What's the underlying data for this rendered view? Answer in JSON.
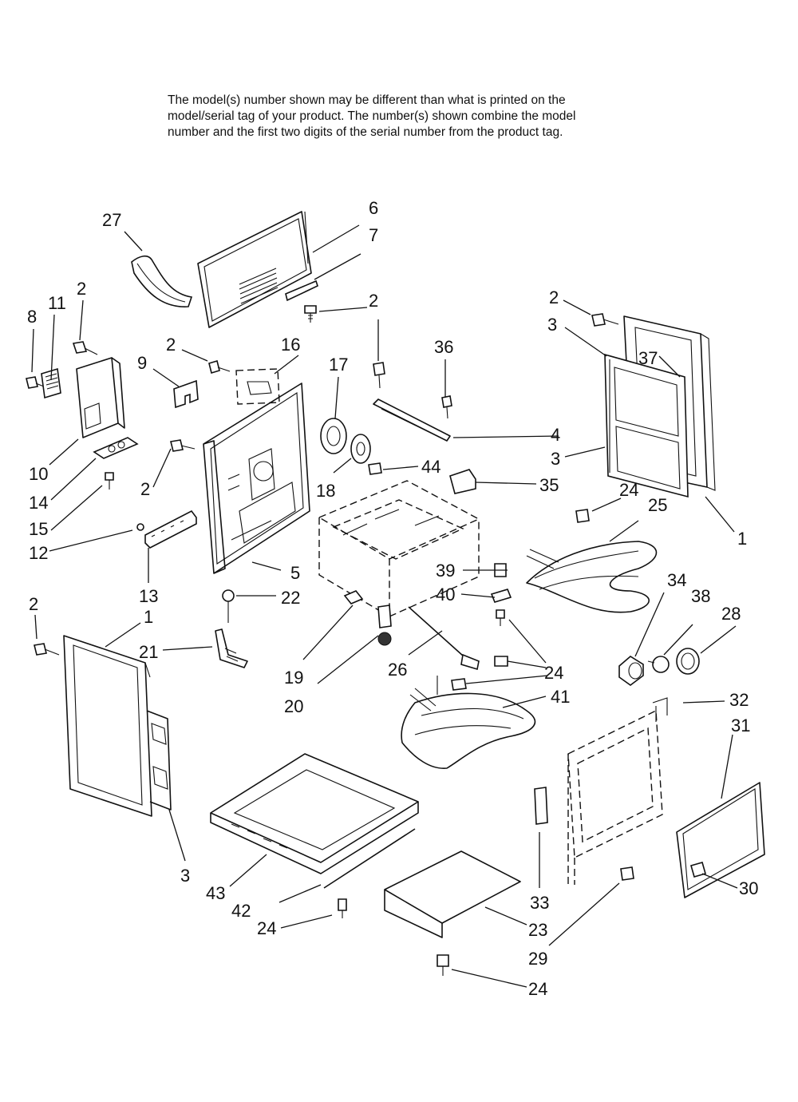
{
  "note": {
    "lines": [
      "The model(s) number shown may be different than what is printed on the",
      "model/serial tag of your product. The number(s) shown combine the model",
      "number and the first two digits of the serial number from the product tag."
    ]
  },
  "callouts": [
    {
      "text": "27"
    },
    {
      "text": "6"
    },
    {
      "text": "7"
    },
    {
      "text": "2"
    },
    {
      "text": "8"
    },
    {
      "text": "11"
    },
    {
      "text": "2"
    },
    {
      "text": "2"
    },
    {
      "text": "16"
    },
    {
      "text": "9"
    },
    {
      "text": "17"
    },
    {
      "text": "36"
    },
    {
      "text": "2"
    },
    {
      "text": "3"
    },
    {
      "text": "37"
    },
    {
      "text": "4"
    },
    {
      "text": "3"
    },
    {
      "text": "10"
    },
    {
      "text": "2"
    },
    {
      "text": "44"
    },
    {
      "text": "14"
    },
    {
      "text": "18"
    },
    {
      "text": "35"
    },
    {
      "text": "15"
    },
    {
      "text": "24"
    },
    {
      "text": "25"
    },
    {
      "text": "1"
    },
    {
      "text": "12"
    },
    {
      "text": "5"
    },
    {
      "text": "13"
    },
    {
      "text": "39"
    },
    {
      "text": "22"
    },
    {
      "text": "40"
    },
    {
      "text": "34"
    },
    {
      "text": "38"
    },
    {
      "text": "28"
    },
    {
      "text": "2"
    },
    {
      "text": "1"
    },
    {
      "text": "21"
    },
    {
      "text": "19"
    },
    {
      "text": "26"
    },
    {
      "text": "24"
    },
    {
      "text": "20"
    },
    {
      "text": "24"
    },
    {
      "text": "41"
    },
    {
      "text": "32"
    },
    {
      "text": "31"
    },
    {
      "text": "3"
    },
    {
      "text": "43"
    },
    {
      "text": "42"
    },
    {
      "text": "24"
    },
    {
      "text": "33"
    },
    {
      "text": "23"
    },
    {
      "text": "30"
    },
    {
      "text": "29"
    },
    {
      "text": "24"
    }
  ]
}
